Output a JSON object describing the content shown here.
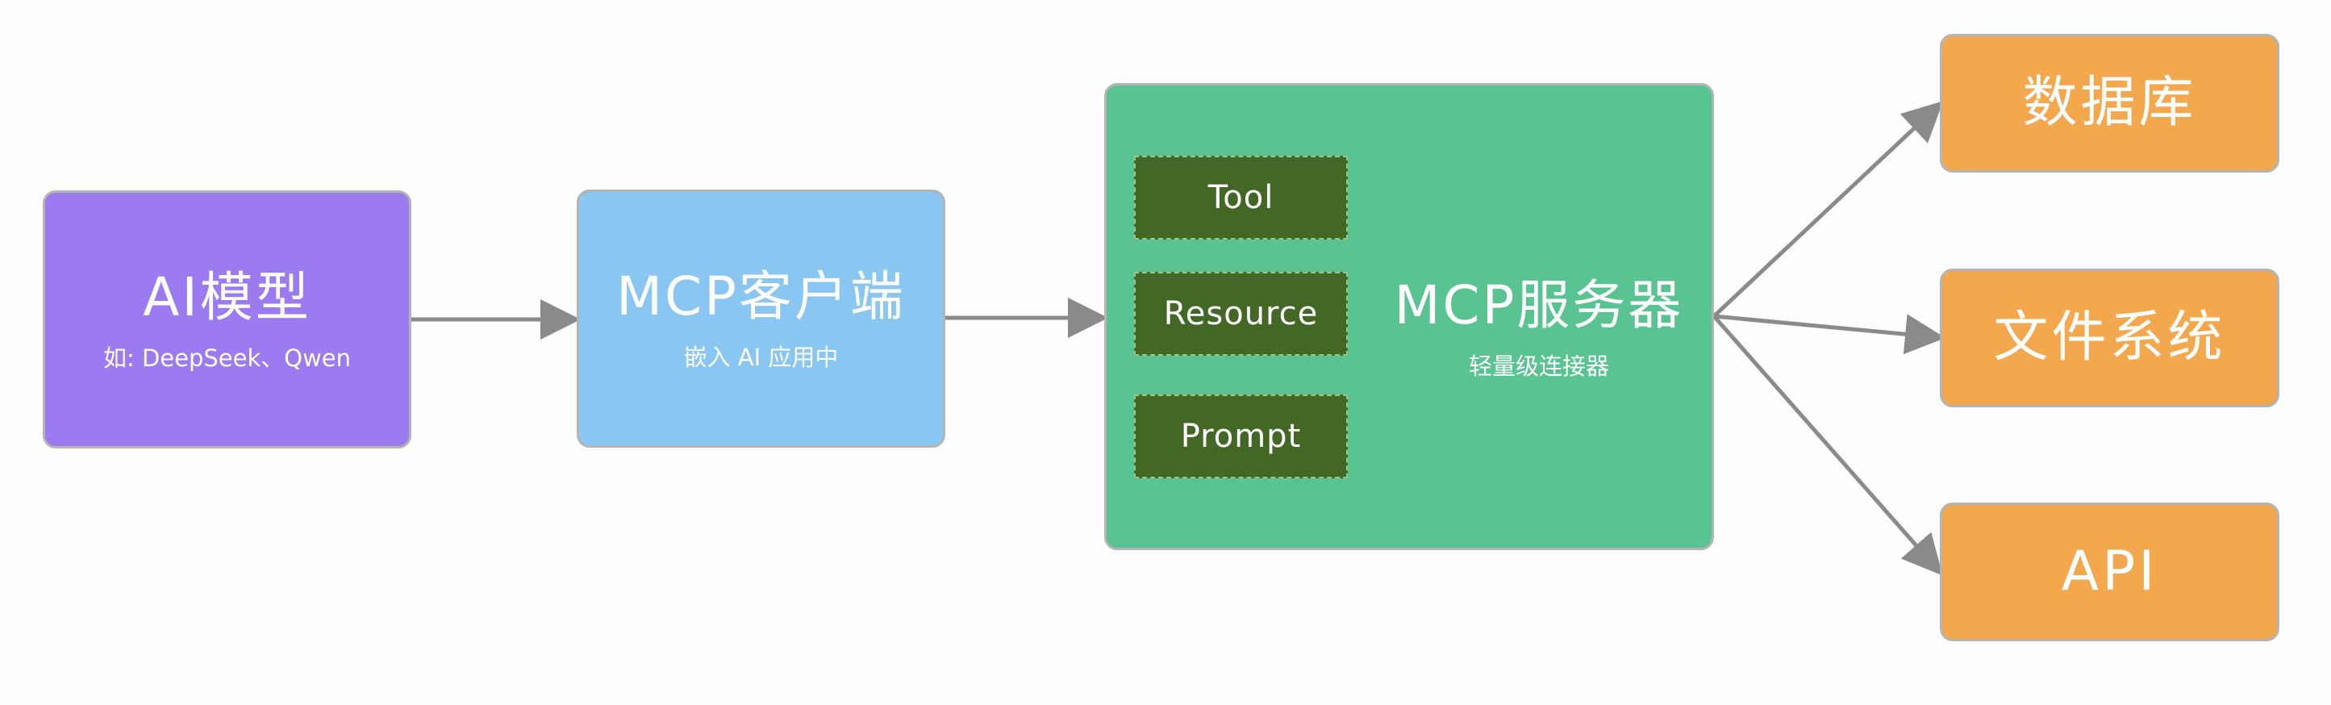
{
  "colors": {
    "ai_model": "#9b7bef",
    "mcp_client": "#89c6f1",
    "mcp_server": "#59c491",
    "capability": "#436826",
    "target": "#f3a84e",
    "arrow": "#8a8a8a",
    "border": "#b4b4b4"
  },
  "nodes": {
    "ai_model": {
      "title": "AI模型",
      "subtitle": "如: DeepSeek、Qwen"
    },
    "mcp_client": {
      "title": "MCP客户端",
      "subtitle": "嵌入 AI 应用中"
    },
    "mcp_server": {
      "title": "MCP服务器",
      "subtitle": "轻量级连接器",
      "capabilities": [
        "Tool",
        "Resource",
        "Prompt"
      ]
    },
    "targets": [
      "数据库",
      "文件系统",
      "API"
    ]
  },
  "edges": [
    {
      "from": "ai_model",
      "to": "mcp_client"
    },
    {
      "from": "mcp_client",
      "to": "mcp_server"
    },
    {
      "from": "mcp_server",
      "to": "数据库"
    },
    {
      "from": "mcp_server",
      "to": "文件系统"
    },
    {
      "from": "mcp_server",
      "to": "API"
    }
  ]
}
